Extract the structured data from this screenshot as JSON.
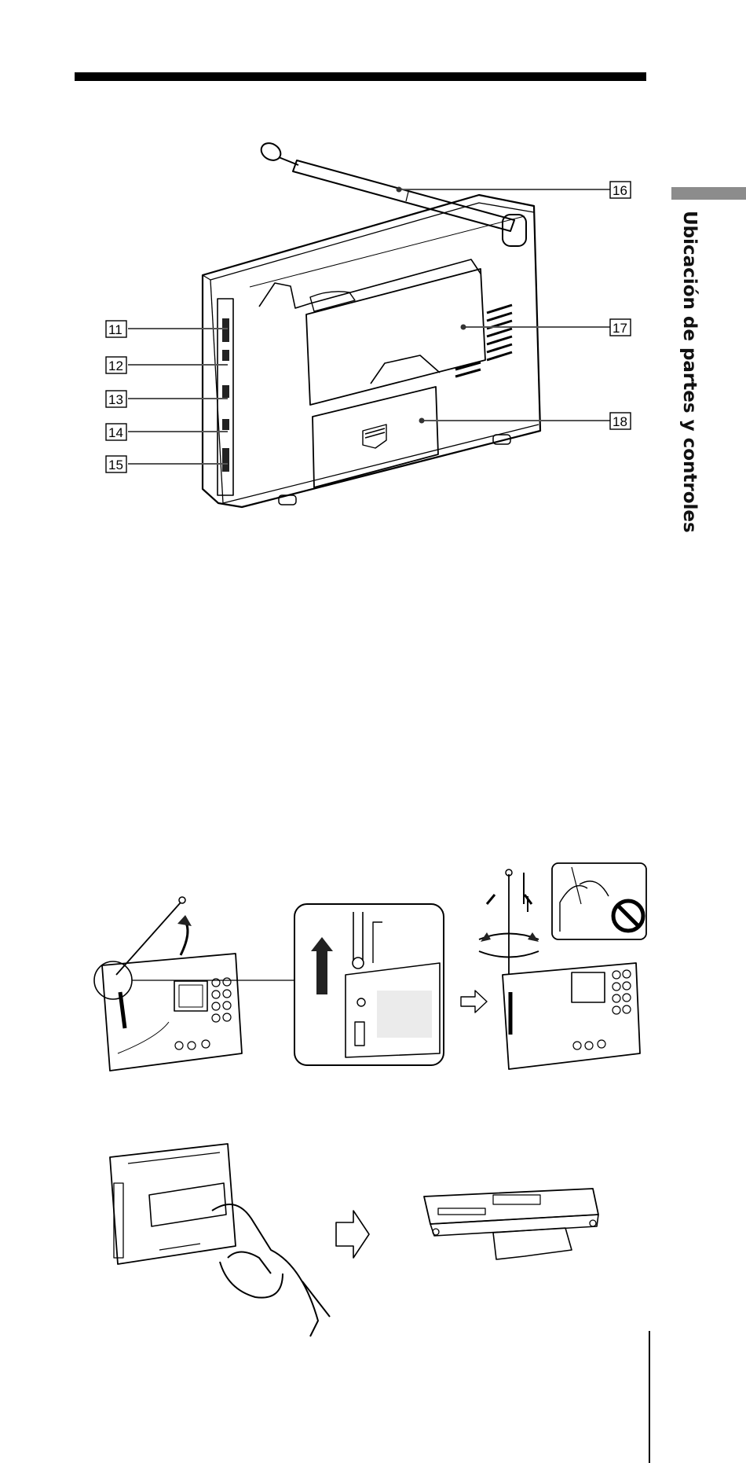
{
  "side_title": "Ubicación de partes y controles",
  "callouts": [
    "11",
    "12",
    "13",
    "14",
    "15",
    "16",
    "17",
    "18"
  ]
}
